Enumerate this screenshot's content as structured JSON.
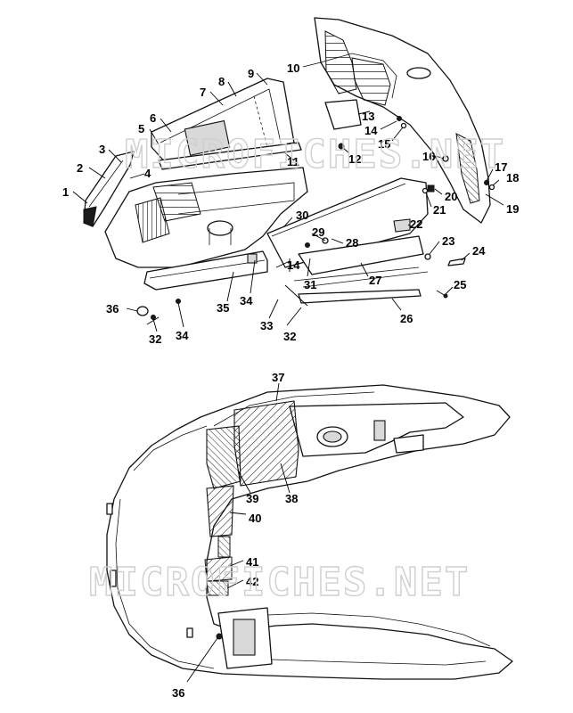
{
  "watermark": "MICROFICHES.NET",
  "callouts_top": [
    "1",
    "2",
    "3",
    "4",
    "5",
    "6",
    "7",
    "8",
    "9",
    "10",
    "11",
    "12",
    "13",
    "14",
    "15",
    "16",
    "17",
    "18",
    "19",
    "20",
    "21",
    "22",
    "23",
    "24",
    "25",
    "26",
    "27",
    "28",
    "29",
    "30",
    "31",
    "14",
    "32",
    "33",
    "34",
    "35",
    "34",
    "36",
    "32"
  ],
  "callouts_bottom": [
    "37",
    "38",
    "39",
    "40",
    "41",
    "42",
    "36"
  ]
}
